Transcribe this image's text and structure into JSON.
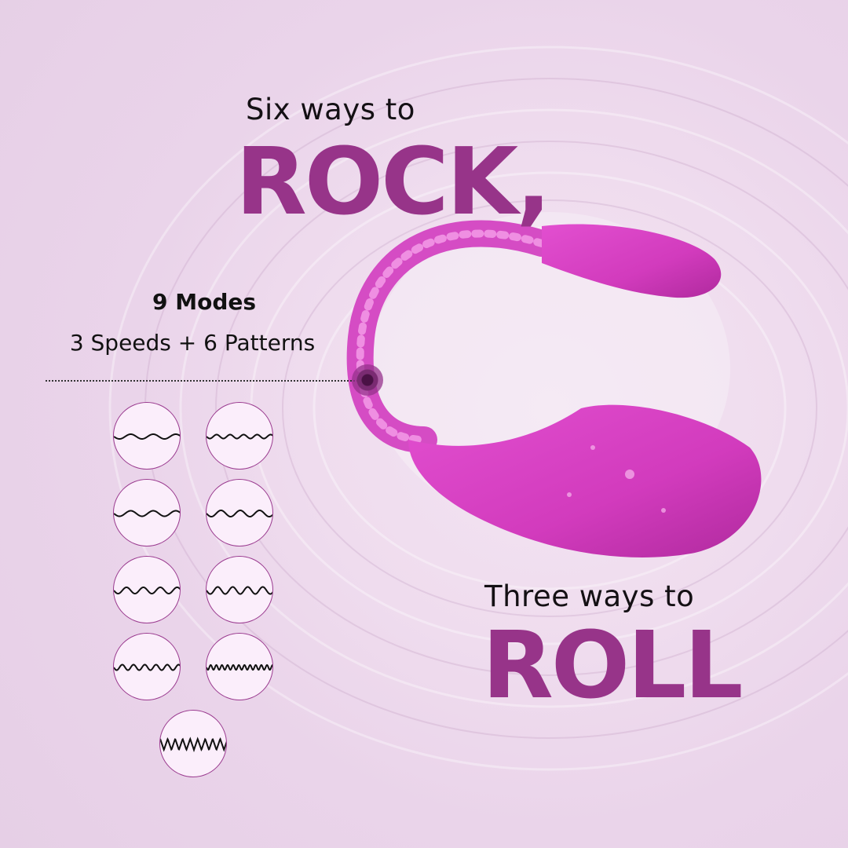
{
  "headline": {
    "line1_small": "Six ways to",
    "line1_big": "ROCK,",
    "line2_small": "Three ways to",
    "line2_big": "ROLL"
  },
  "modes": {
    "title": "9 Modes",
    "subtitle": "3 Speeds + 6 Patterns",
    "icons": [
      {
        "name": "mode-1-wave-icon",
        "waves": 3,
        "amp": 3
      },
      {
        "name": "mode-2-wave-icon",
        "waves": 5,
        "amp": 2.5
      },
      {
        "name": "mode-3-wave-icon",
        "waves": 3,
        "amp": 3.5
      },
      {
        "name": "mode-4-wave-icon",
        "waves": 3.5,
        "amp": 4
      },
      {
        "name": "mode-5-wave-icon",
        "waves": 4,
        "amp": 4
      },
      {
        "name": "mode-6-wave-icon",
        "waves": 4.5,
        "amp": 4.5
      },
      {
        "name": "mode-7-wave-icon",
        "waves": 6,
        "amp": 3.5
      },
      {
        "name": "mode-8-wave-icon",
        "waves": 12,
        "amp": 3
      },
      {
        "name": "mode-9-zigzag-icon",
        "waves": 9,
        "amp": 7
      }
    ]
  },
  "colors": {
    "accent": "#973489",
    "product": "#d93fc4",
    "icon_border": "#9a3a8f",
    "text": "#141014"
  }
}
